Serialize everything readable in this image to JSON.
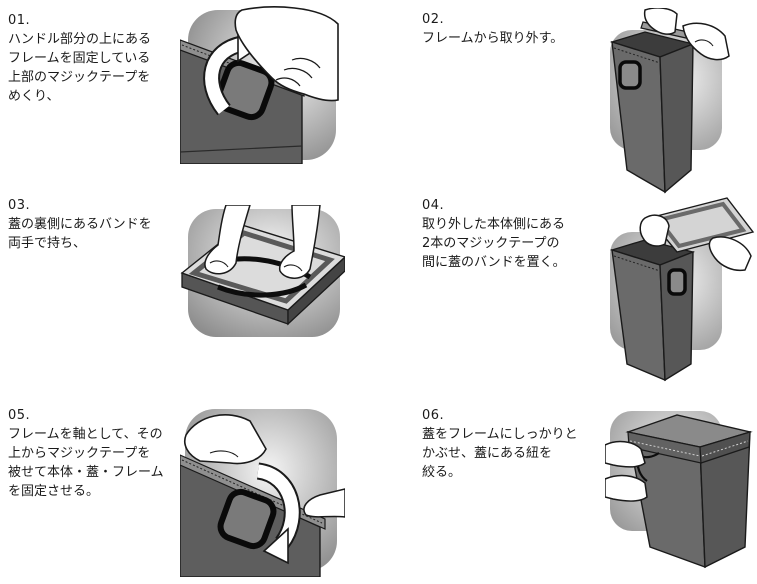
{
  "steps": [
    {
      "number": "01.",
      "lines": [
        "ハンドル部分の上にある",
        "フレームを固定している",
        "上部のマジックテープを",
        "めくり、"
      ]
    },
    {
      "number": "02.",
      "lines": [
        "フレームから取り外す。"
      ]
    },
    {
      "number": "03.",
      "lines": [
        "蓋の裏側にあるバンドを",
        "両手で持ち、"
      ]
    },
    {
      "number": "04.",
      "lines": [
        "取り外した本体側にある",
        "2本のマジックテープの",
        "間に蓋のバンドを置く。"
      ]
    },
    {
      "number": "05.",
      "lines": [
        "フレームを軸として、その",
        "上からマジックテープを",
        "被せて本体・蓋・フレーム",
        "を固定させる。"
      ]
    },
    {
      "number": "06.",
      "lines": [
        "蓋をフレームにしっかりと",
        "かぶせ、蓋にある紐を",
        "絞る。"
      ]
    }
  ],
  "colors": {
    "text": "#1a1a1a",
    "bag": "#5e5e5e",
    "background": "#ffffff"
  }
}
